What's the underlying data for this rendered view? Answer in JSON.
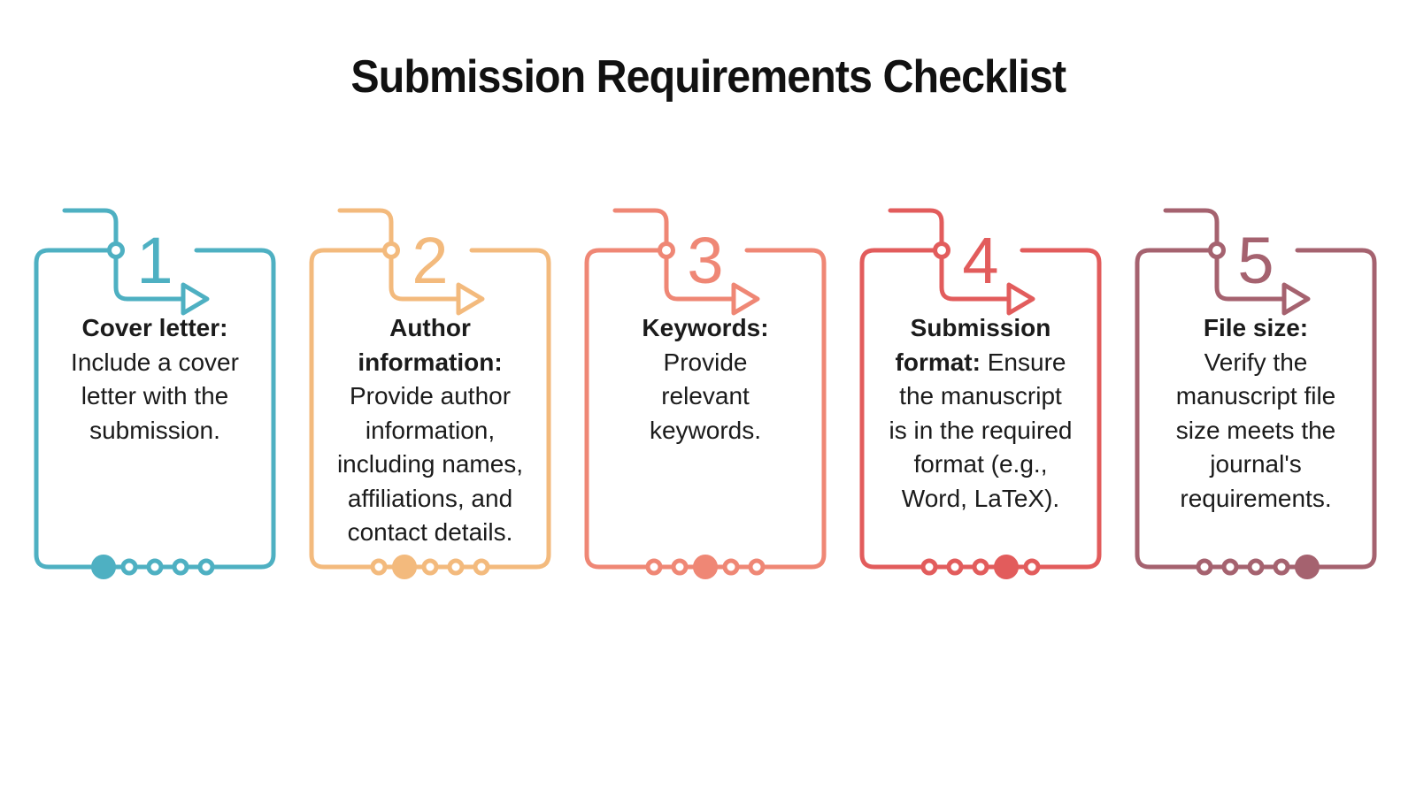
{
  "title": "Submission Requirements Checklist",
  "colors": {
    "background": "#ffffff",
    "body_text": "#1b1b1b",
    "title_text": "#111111"
  },
  "cards": [
    {
      "number": "1",
      "color": "#4eb0c2",
      "title": "Cover letter:",
      "description": "Include a cover letter with the submission.",
      "active_dot": 1,
      "total_dots": 5
    },
    {
      "number": "2",
      "color": "#f3ba7d",
      "title": "Author information:",
      "description": "Provide author information, including names, affiliations, and contact details.",
      "active_dot": 2,
      "total_dots": 5
    },
    {
      "number": "3",
      "color": "#ef8775",
      "title": "Keywords:",
      "description": "Provide relevant keywords.",
      "active_dot": 3,
      "total_dots": 5
    },
    {
      "number": "4",
      "color": "#e25c5c",
      "title": "Submission format:",
      "description": "Ensure the manuscript is in the required format (e.g., Word, LaTeX).",
      "active_dot": 4,
      "total_dots": 5
    },
    {
      "number": "5",
      "color": "#a5626f",
      "title": "File size:",
      "description": "Verify the manuscript file size meets the journal's requirements.",
      "active_dot": 5,
      "total_dots": 5
    }
  ]
}
